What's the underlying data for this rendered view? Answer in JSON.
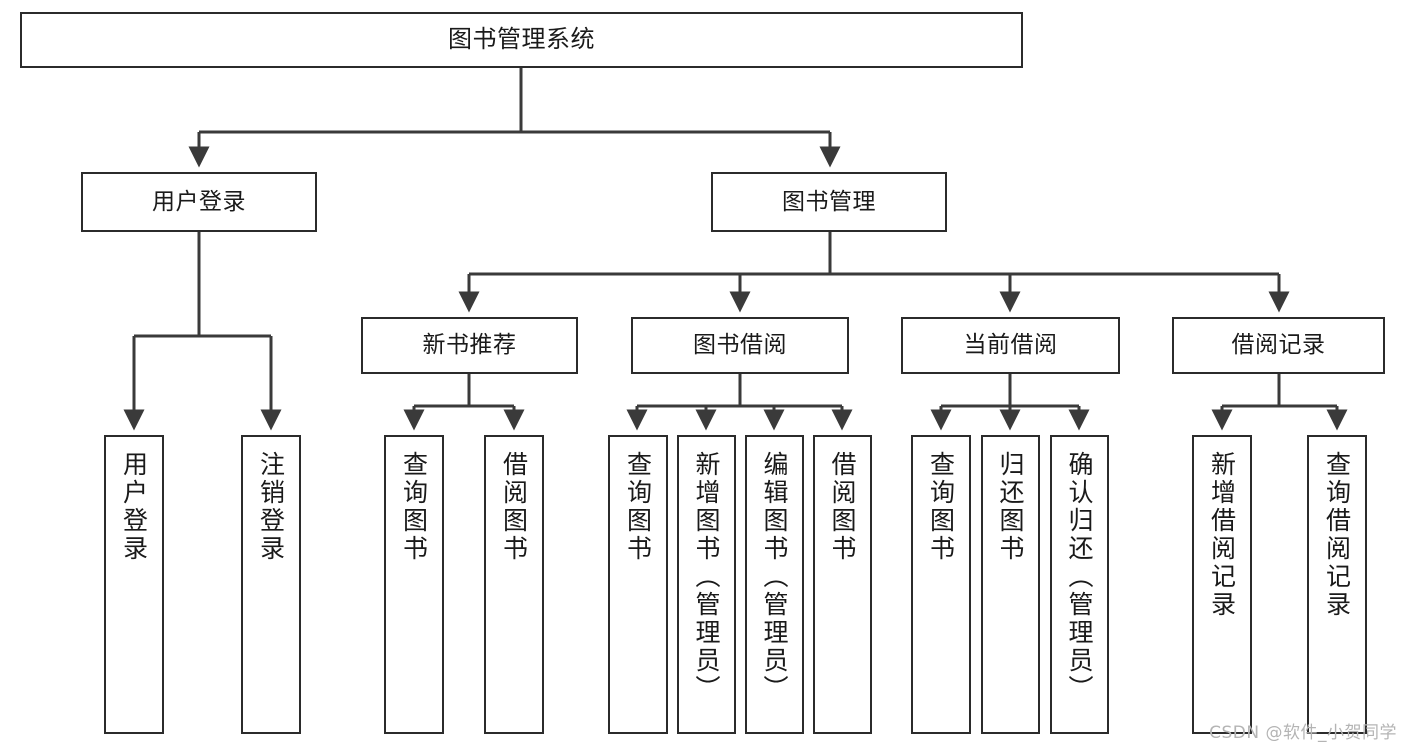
{
  "diagram": {
    "title": "图书管理系统",
    "type": "tree",
    "colors": {
      "box_border": "#2b2b2b",
      "box_fill": "#ffffff",
      "connector": "#3a3a3a",
      "text": "#1a1a1a",
      "watermark": "#b4b4b4",
      "background": "#ffffff"
    },
    "nodes": {
      "root": {
        "label": "图书管理系统"
      },
      "level2": [
        {
          "label": "用户登录"
        },
        {
          "label": "图书管理"
        }
      ],
      "level3": [
        {
          "label": "新书推荐"
        },
        {
          "label": "图书借阅"
        },
        {
          "label": "当前借阅"
        },
        {
          "label": "借阅记录"
        }
      ],
      "leaves": {
        "user_login": [
          {
            "label": "用户登录"
          },
          {
            "label": "注销登录"
          }
        ],
        "new_book": [
          {
            "label": "查询图书"
          },
          {
            "label": "借阅图书"
          }
        ],
        "book_borrow": [
          {
            "label": "查询图书"
          },
          {
            "label": "新增图书（管理员）"
          },
          {
            "label": "编辑图书（管理员）"
          },
          {
            "label": "借阅图书"
          }
        ],
        "current_borrow": [
          {
            "label": "查询图书"
          },
          {
            "label": "归还图书"
          },
          {
            "label": "确认归还（管理员）"
          }
        ],
        "borrow_record": [
          {
            "label": "新增借阅记录"
          },
          {
            "label": "查询借阅记录"
          }
        ]
      }
    },
    "watermark": "CSDN @软件_小贺同学"
  }
}
